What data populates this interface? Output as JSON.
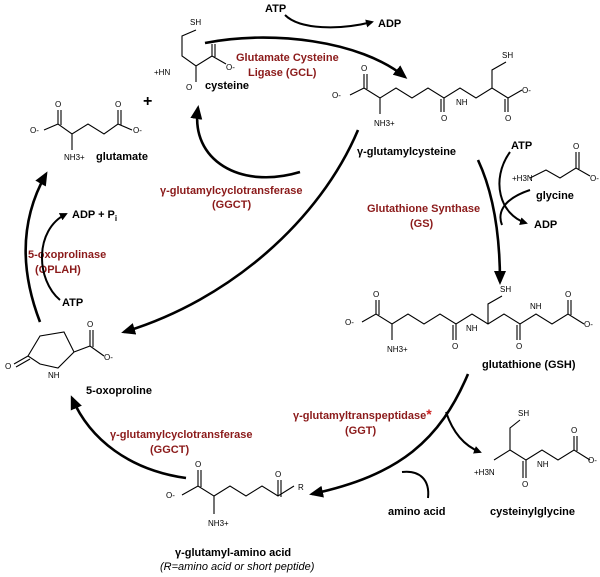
{
  "molecules": {
    "cysteine": "cysteine",
    "glutamate": "glutamate",
    "gamma_glutamylcysteine": "γ-glutamylcysteine",
    "glycine": "glycine",
    "glutathione": "glutathione (GSH)",
    "oxoproline": "5-oxoproline",
    "cysteinylglycine": "cysteinylglycine",
    "gamma_glutamyl_amino_acid": "γ-glutamyl-amino acid",
    "gamma_glutamyl_amino_acid_note": "(R=amino acid or short peptide)",
    "amino_acid": "amino acid"
  },
  "cofactors": {
    "atp_top": "ATP",
    "adp_top": "ADP",
    "atp_gs": "ATP",
    "adp_gs": "ADP",
    "adp_pi": "ADP + P",
    "adp_pi_subscript": "i",
    "atp_oplah": "ATP",
    "plus": "+"
  },
  "enzymes": {
    "gcl_line1": "Glutamate Cysteine",
    "gcl_line2": "Ligase (GCL)",
    "ggct_upper_line1": "γ-glutamylcyclotransferase",
    "ggct_upper_line2": "(GGCT)",
    "gs_line1": "Glutathione Synthase",
    "gs_line2": "(GS)",
    "oplah_line1": "5-oxoprolinase",
    "oplah_line2": "(OPLAH)",
    "ggt_line1": "γ-glutamyltranspeptidase",
    "ggt_star": "*",
    "ggt_line2": "(GGT)",
    "ggct_lower_line1": "γ-glutamylcyclotransferase",
    "ggct_lower_line2": "(GGCT)"
  },
  "atoms": {
    "sh": "SH",
    "h3n_plus": "+H",
    "h3n_3": "3",
    "h3n_n": "N",
    "nh3_nh": "NH",
    "nh3_3plus": "3+",
    "o_minus": "O-",
    "o": "O",
    "n": "N",
    "h": "H",
    "r": "R"
  },
  "colors": {
    "enzyme_text": "#8b1a1a",
    "ink": "#000000"
  }
}
